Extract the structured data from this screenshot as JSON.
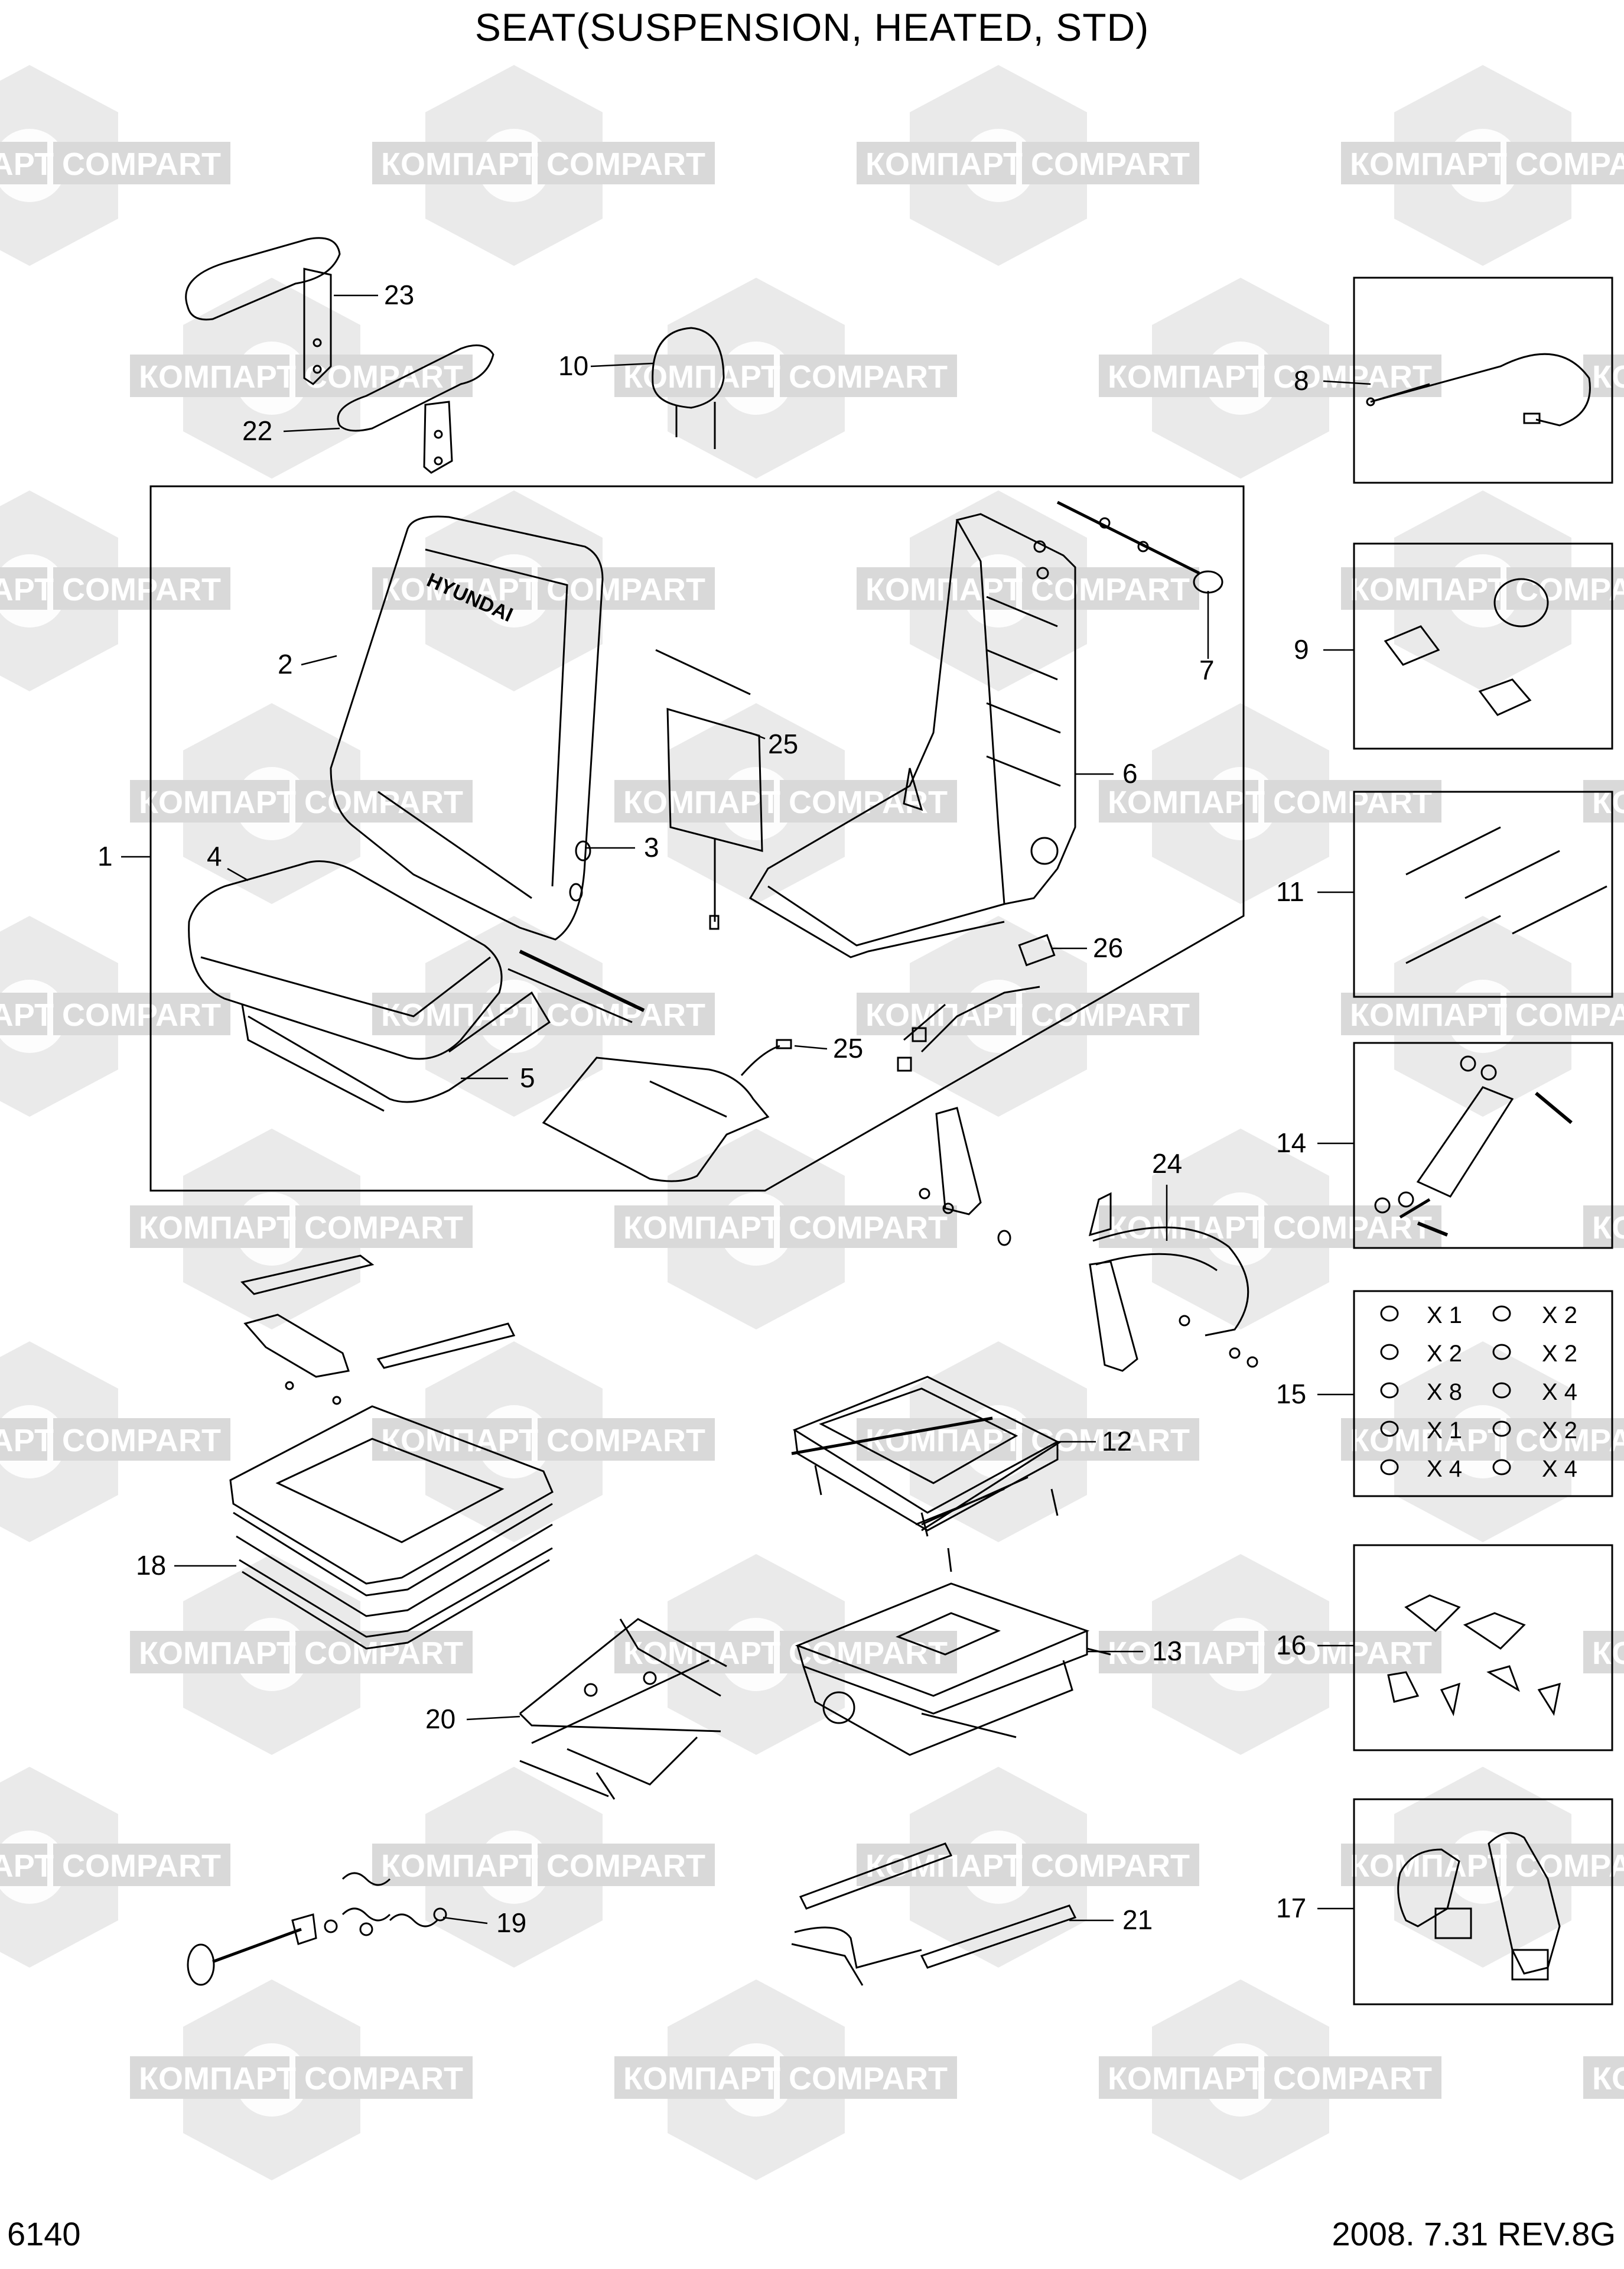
{
  "title": "SEAT(SUSPENSION, HEATED, STD)",
  "footer": {
    "page_number": "6140",
    "revision": "2008. 7.31 REV.8G"
  },
  "watermark": {
    "words": [
      "КОМПАРТ",
      "COMPART"
    ]
  },
  "seat_branding": "HYUNDAI",
  "callouts": [
    "1",
    "2",
    "3",
    "4",
    "5",
    "6",
    "7",
    "8",
    "9",
    "10",
    "11",
    "12",
    "13",
    "14",
    "15",
    "16",
    "17",
    "18",
    "19",
    "20",
    "21",
    "22",
    "23",
    "24",
    "25",
    "25",
    "26"
  ],
  "kit_15": [
    {
      "qty": "X 1"
    },
    {
      "qty": "X 2"
    },
    {
      "qty": "X 2"
    },
    {
      "qty": "X 2"
    },
    {
      "qty": "X 8"
    },
    {
      "qty": "X 4"
    },
    {
      "qty": "X 1"
    },
    {
      "qty": "X 2"
    },
    {
      "qty": "X 4"
    },
    {
      "qty": "X 4"
    }
  ],
  "colors": {
    "line": "#000000",
    "watermark": "#d9d9d9",
    "background": "#ffffff"
  }
}
